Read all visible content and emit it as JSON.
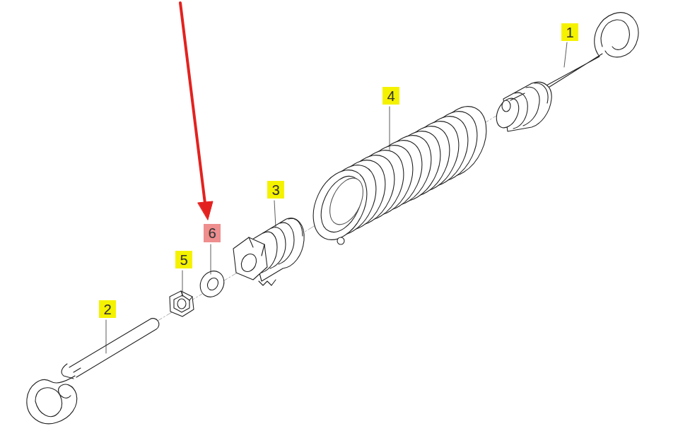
{
  "diagram": {
    "labels": [
      "1",
      "4",
      "3",
      "6",
      "5",
      "2"
    ]
  }
}
